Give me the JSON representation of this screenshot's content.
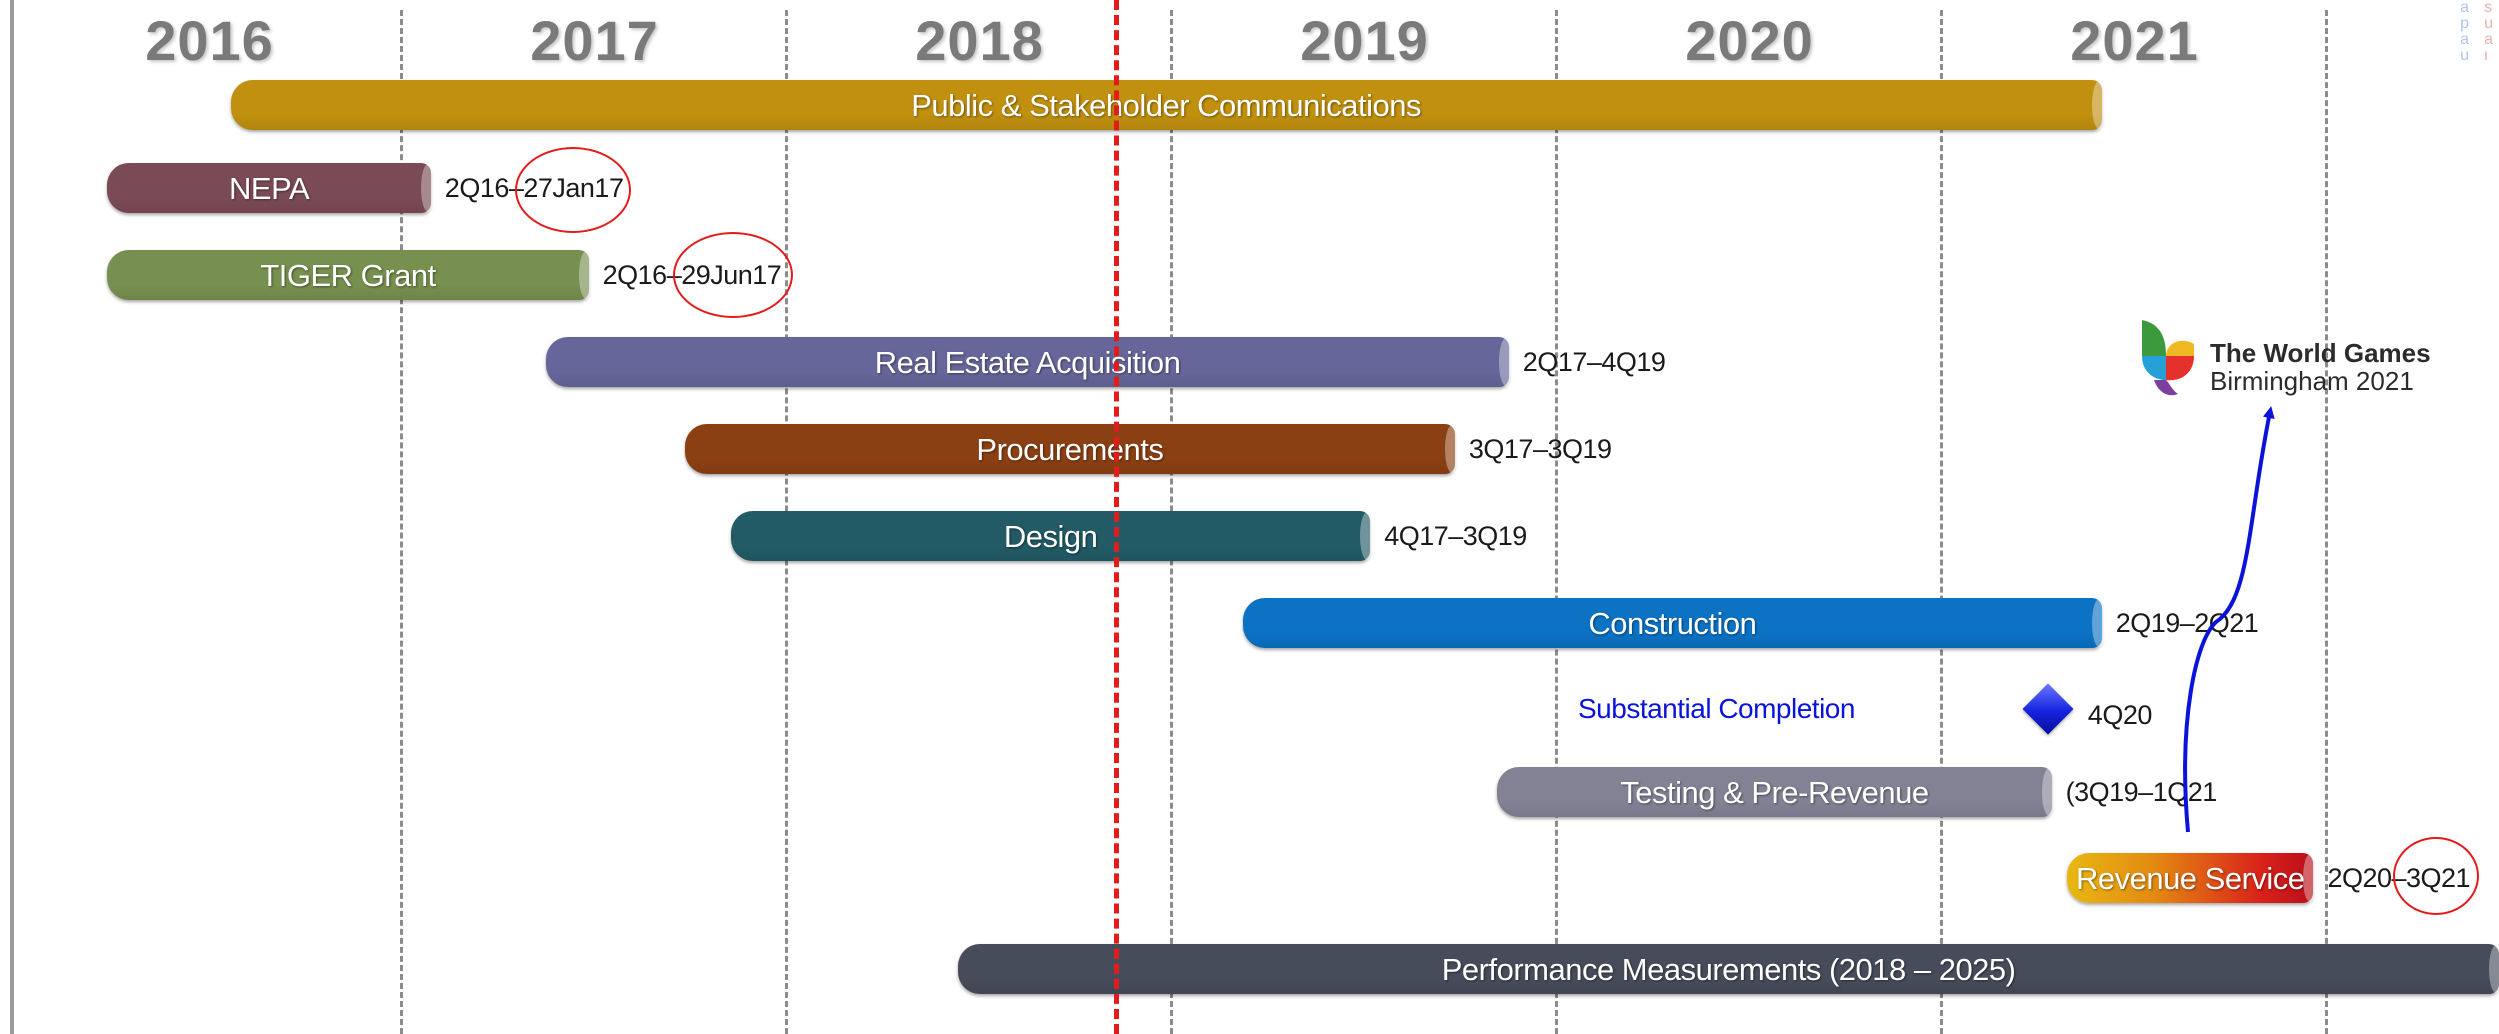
{
  "chart_data": {
    "type": "gantt",
    "years": [
      "2016",
      "2017",
      "2018",
      "2019",
      "2020",
      "2021"
    ],
    "grid": "dashed vertical year dividers",
    "today_marker": {
      "year": 2018.4,
      "style": "red dashed vertical line"
    },
    "tasks": [
      {
        "name": "Public & Stakeholder Communications",
        "start": 2016.06,
        "end": 2020.92,
        "color": "#c0900e",
        "range_label": ""
      },
      {
        "name": "NEPA",
        "start": 2015.74,
        "end": 2016.58,
        "color": "#7b4b55",
        "range_label": "2Q16–27Jan17",
        "circled": "27Jan17"
      },
      {
        "name": "TIGER Grant",
        "start": 2015.74,
        "end": 2016.99,
        "color": "#77904f",
        "range_label": "2Q16–29Jun17",
        "circled": "29Jun17"
      },
      {
        "name": "Real Estate Acquisition",
        "start": 2016.88,
        "end": 2019.38,
        "color": "#66669a",
        "range_label": "2Q17–4Q19"
      },
      {
        "name": "Procurements",
        "start": 2017.24,
        "end": 2019.24,
        "color": "#8b4013",
        "range_label": "3Q17–3Q19"
      },
      {
        "name": "Design",
        "start": 2017.36,
        "end": 2019.02,
        "color": "#225b66",
        "range_label": "4Q17–3Q19"
      },
      {
        "name": "Construction",
        "start": 2018.69,
        "end": 2020.92,
        "color": "#0b72c4",
        "range_label": "2Q19–2Q21"
      },
      {
        "name": "Testing & Pre-Revenue",
        "start": 2019.35,
        "end": 2020.79,
        "color": "#838295",
        "range_label": "(3Q19–1Q21"
      },
      {
        "name": "Revenue Service",
        "start": 2020.83,
        "end": 2021.47,
        "color": "#d8201a",
        "range_label": "2Q20–3Q21",
        "circled": "3Q21"
      },
      {
        "name": "Performance Measurements (2018 – 2025)",
        "start": 2017.95,
        "end": 2021.99,
        "color": "#464c5a",
        "range_label": ""
      }
    ],
    "milestones": [
      {
        "name": "Substantial Completion",
        "at": 2020.78,
        "label": "4Q20"
      }
    ]
  },
  "logo": {
    "line1": "The World Games",
    "line2": "Birmingham 2021"
  }
}
